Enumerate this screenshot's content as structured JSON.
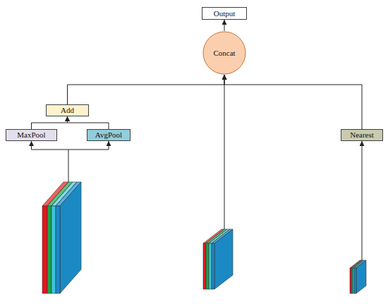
{
  "diagram": {
    "nodes": [
      {
        "text": [
          "Output"
        ]
      },
      {
        "text": [
          "Concat"
        ]
      },
      {
        "text": [
          "Add"
        ]
      },
      {
        "text": [
          "MaxPool"
        ]
      },
      {
        "text": [
          "AvgPool"
        ]
      },
      {
        "text": [
          "Nearest"
        ]
      }
    ],
    "edges": [
      {
        "from": 3,
        "to": 2,
        "arrow": "to"
      },
      {
        "from": 4,
        "to": 2,
        "arrow": "to"
      },
      {
        "from": 2,
        "to": 1,
        "arrow": "to"
      },
      {
        "from": 5,
        "to": 1,
        "arrow": "to"
      },
      {
        "from": 1,
        "to": 0,
        "arrow": "to"
      }
    ]
  }
}
